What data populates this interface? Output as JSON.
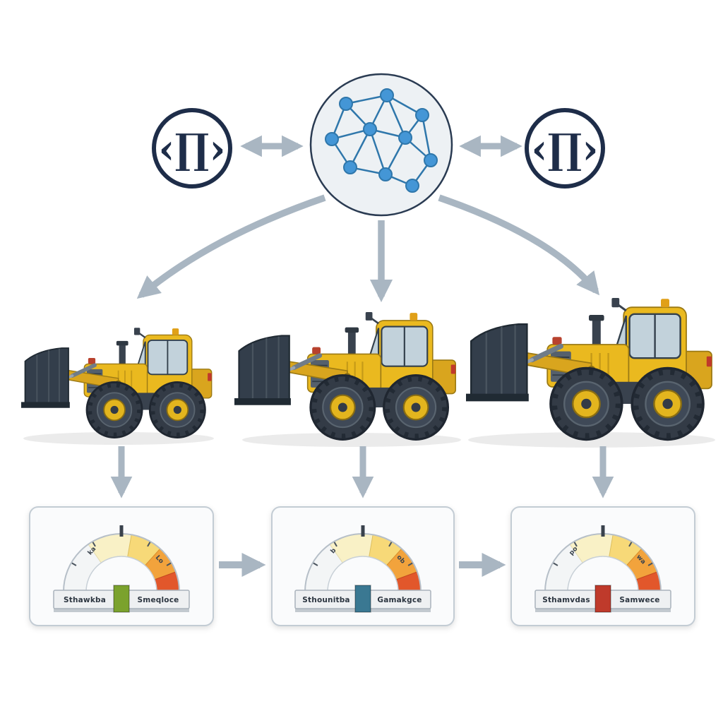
{
  "hub": {
    "icon": "neural-network-icon"
  },
  "badges": {
    "left": {
      "glyph": "‹∏›"
    },
    "right": {
      "glyph": "‹∏›"
    }
  },
  "machines": [
    {
      "icon": "wheel-loader-small"
    },
    {
      "icon": "wheel-loader-medium"
    },
    {
      "icon": "wheel-loader-large"
    }
  ],
  "gauges": [
    {
      "arc_label_left": "ka",
      "arc_label_right": "Lo",
      "bar_label_left": "Sthawkba",
      "bar_label_right": "Smeqloce",
      "indicator_color": "#7ba22d"
    },
    {
      "arc_label_left": "b",
      "arc_label_right": "ob",
      "bar_label_left": "Sthounitba",
      "bar_label_right": "Gamakgce",
      "indicator_color": "#3a7892"
    },
    {
      "arc_label_left": "po",
      "arc_label_right": "wa",
      "bar_label_left": "Sthamvdas",
      "bar_label_right": "Samwece",
      "indicator_color": "#bf3a2b"
    }
  ],
  "colors": {
    "arrow": "#a9b6c2",
    "badge_navy": "#1e2d49",
    "node_blue": "#4496d6",
    "edge_blue": "#2f77ab",
    "hub_fill": "#edf1f4",
    "loader_yellow": "#eab91f",
    "bucket_dark": "#333e4b",
    "gauge_segments": [
      "#f3f5f6",
      "#f9f1c6",
      "#f7d978",
      "#f2a33c",
      "#e2572b"
    ]
  }
}
